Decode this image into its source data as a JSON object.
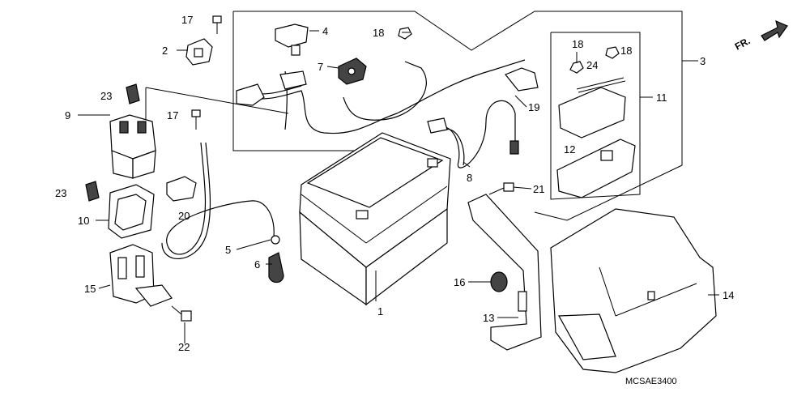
{
  "diagram": {
    "drawing_code": "MCSAE3400",
    "front_indicator": "FR.",
    "callouts": {
      "c1": "1",
      "c2": "2",
      "c3": "3",
      "c4": "4",
      "c5": "5",
      "c6": "6",
      "c7": "7",
      "c8": "8",
      "c9": "9",
      "c10": "10",
      "c11": "11",
      "c12": "12",
      "c13": "13",
      "c14": "14",
      "c15": "15",
      "c16": "16",
      "c17a": "17",
      "c17b": "17",
      "c18a": "18",
      "c18b": "18",
      "c18c": "18",
      "c19": "19",
      "c20": "20",
      "c21": "21",
      "c22": "22",
      "c23a": "23",
      "c23b": "23",
      "c24": "24"
    }
  }
}
